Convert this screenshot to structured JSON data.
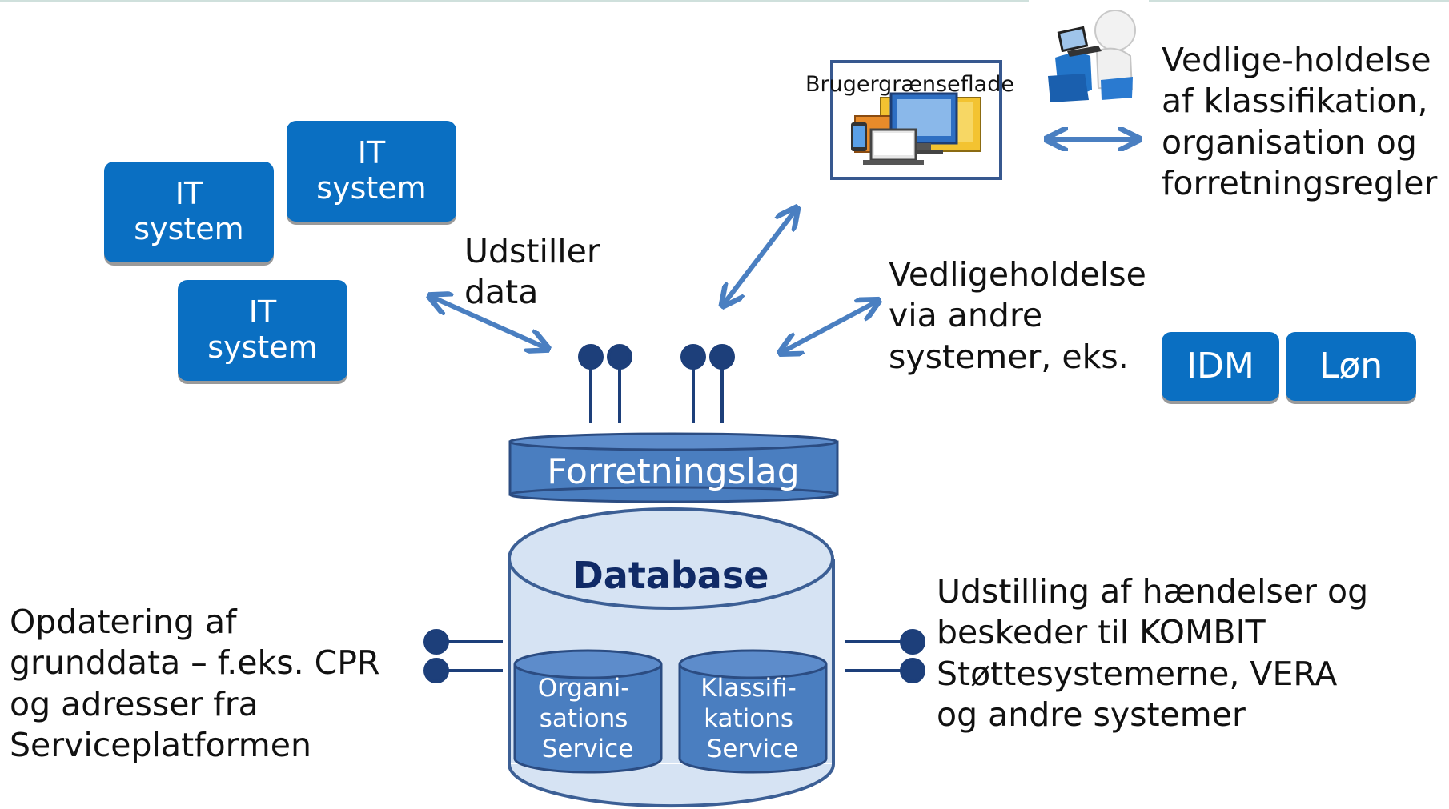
{
  "it_systems": [
    {
      "label": "IT\nsystem"
    },
    {
      "label": "IT\nsystem"
    },
    {
      "label": "IT\nsystem"
    }
  ],
  "texts": {
    "udstiller": "Udstiller\ndata",
    "vedligeholdelse_via": "Vedligeholdelse\nvia andre\nsystemer, eks.",
    "vedlige_holdelse": "Vedlige-holdelse\naf klassifikation,\norganisation og\nforretningsregler",
    "opdatering": "Opdatering af\ngrunddata  – f.eks. CPR\nog adresser fra\nServiceplatformen",
    "udstilling": "Udstilling af hændelser og\nbeskeder til KOMBIT\nStøttesystemerne, VERA\nog andre systemer"
  },
  "external_systems": {
    "idm": "IDM",
    "lon": "Løn"
  },
  "ui": {
    "label": "Brugergrænseflade"
  },
  "layers": {
    "forretningslag": "Forretningslag",
    "database": "Database",
    "org_service": "Organi-\nsations\nService",
    "klass_service": "Klassifi-\nkations\nService"
  },
  "colors": {
    "box_blue": "#0a6fc2",
    "arrow_blue": "#4a7fc1",
    "db_fill": "#d6e3f3",
    "db_stroke": "#3c5f95",
    "service_fill": "#4a7ec0",
    "pin_dark": "#1d3f7a",
    "database_text": "#102a66"
  },
  "icons": [
    "devices-icon",
    "person-at-laptop-icon"
  ]
}
